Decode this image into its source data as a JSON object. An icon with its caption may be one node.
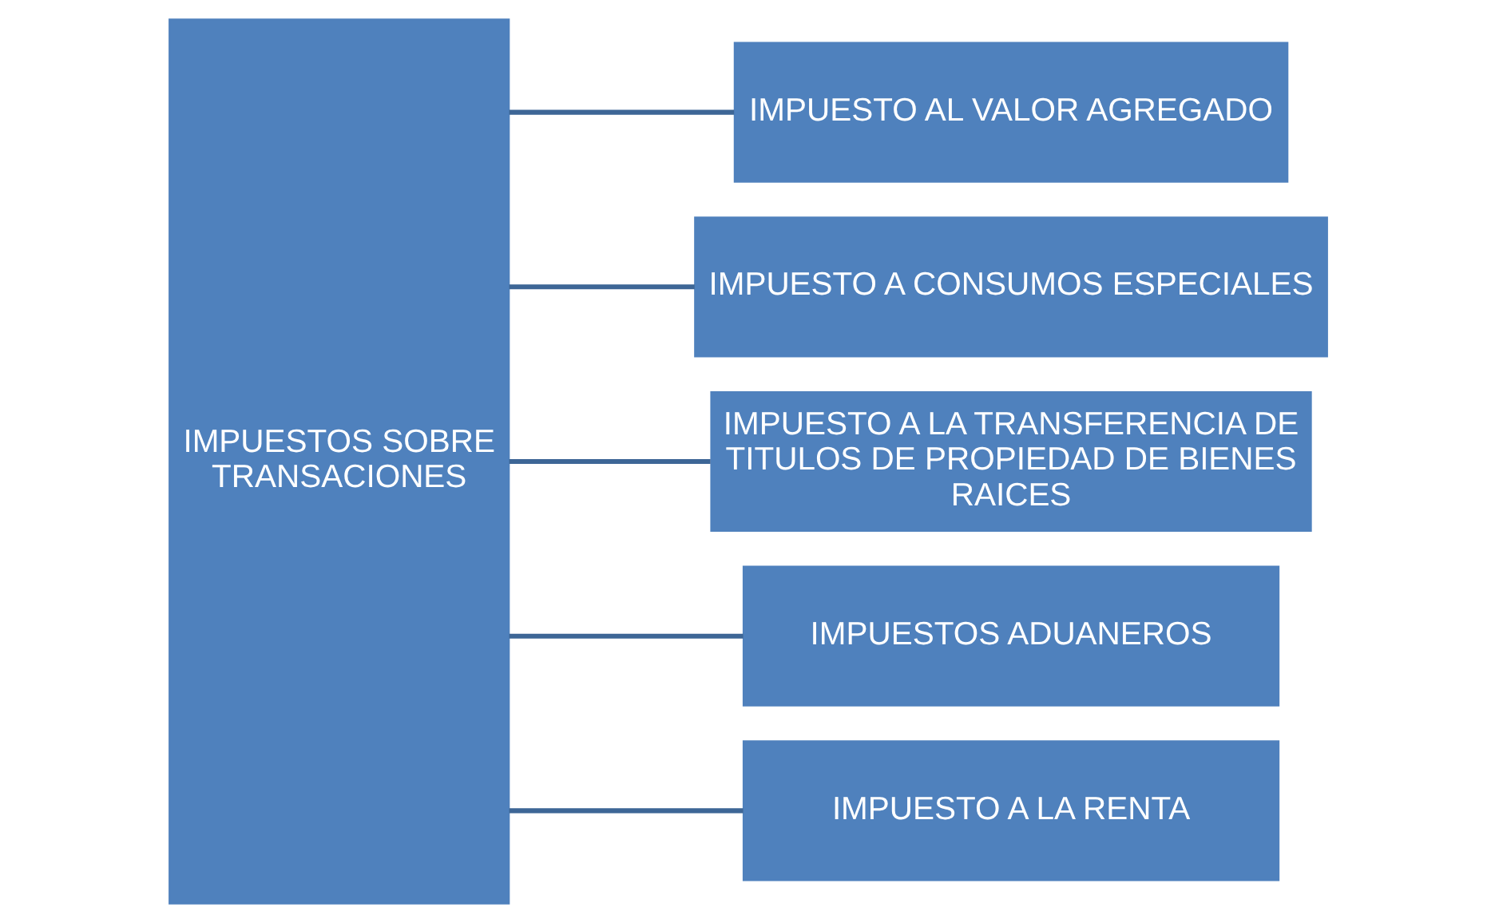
{
  "diagram": {
    "nodes": [
      {
        "text": [
          "IMPUESTOS SOBRE TRANSACIONES"
        ]
      },
      {
        "text": [
          "IMPUESTO AL VALOR AGREGADO"
        ]
      },
      {
        "text": [
          "IMPUESTO A CONSUMOS ESPECIALES"
        ]
      },
      {
        "text": [
          "IMPUESTO A LA TRANSFERENCIA DE TITULOS DE PROPIEDAD DE BIENES RAICES"
        ]
      },
      {
        "text": [
          "IMPUESTOS ADUANEROS"
        ]
      },
      {
        "text": [
          "IMPUESTO A LA RENTA"
        ]
      }
    ],
    "edges": [
      {
        "from": 0,
        "to": 1,
        "arrow": "none"
      },
      {
        "from": 0,
        "to": 2,
        "arrow": "none"
      },
      {
        "from": 0,
        "to": 3,
        "arrow": "none"
      },
      {
        "from": 0,
        "to": 4,
        "arrow": "none"
      },
      {
        "from": 0,
        "to": 5,
        "arrow": "none"
      }
    ]
  }
}
